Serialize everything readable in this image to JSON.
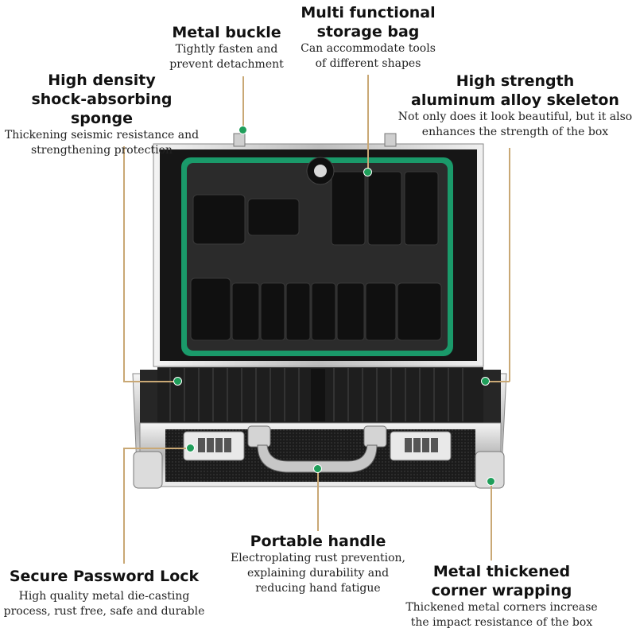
{
  "callouts": {
    "metal_buckle": {
      "title": "Metal buckle",
      "desc": [
        "Tightly fasten and",
        "prevent detachment"
      ]
    },
    "storage_bag": {
      "title": [
        "Multi functional",
        "storage bag"
      ],
      "desc": [
        "Can accommodate tools",
        "of different shapes"
      ]
    },
    "sponge": {
      "title": [
        "High density",
        "shock-absorbing sponge"
      ],
      "desc": [
        "Thickening seismic resistance and",
        "strengthening protection"
      ]
    },
    "skeleton": {
      "title": [
        "High strength",
        "aluminum alloy skeleton"
      ],
      "desc": [
        "Not only does it look beautiful, but it also",
        "enhances the strength of the box"
      ]
    },
    "handle": {
      "title": "Portable handle",
      "desc": [
        "Electroplating rust prevention,",
        "explaining durability and",
        "reducing hand fatigue"
      ]
    },
    "lock": {
      "title": "Secure Password Lock",
      "desc": [
        "High quality metal die-casting",
        "process, rust free, safe and durable"
      ]
    },
    "corner": {
      "title": [
        "Metal thickened",
        "corner wrapping"
      ],
      "desc": [
        "Thickened metal corners increase",
        "the impact resistance of the box"
      ]
    }
  },
  "colors": {
    "accent_dot": "#1f9e5a",
    "leader_line": "#c9a875",
    "lid_trim": "#1a9a6a"
  }
}
